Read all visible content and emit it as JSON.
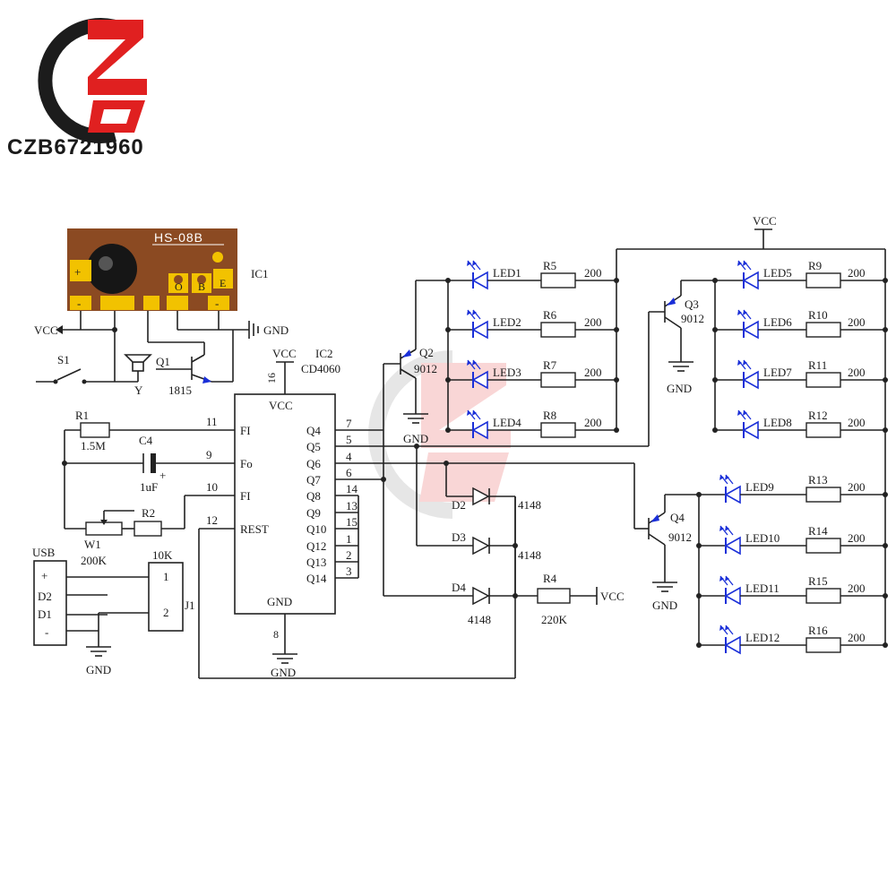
{
  "logo": {
    "brand": "CZB6721960",
    "colors": {
      "dark": "#1c1c1c",
      "red": "#e02020"
    }
  },
  "module": {
    "title": "HS-08B",
    "pins": [
      "+",
      "",
      "O",
      "B",
      "E"
    ],
    "bottom_pads": [
      "-",
      "",
      "",
      "",
      "-"
    ],
    "colors": {
      "board": "#8b4a22",
      "pad": "#f2c200"
    }
  },
  "labels": {
    "ic1": "IC1",
    "vcc_ic1": "VCC",
    "gnd_ic1": "GND",
    "s1": "S1",
    "y": "Y",
    "q1": "Q1",
    "q1_part": "1815",
    "vcc_ic2": "VCC",
    "pin16": "16",
    "ic2": "IC2",
    "ic2_part": "CD4060",
    "ic2_vcc": "VCC",
    "ic2_gnd": "GND",
    "pin8": "8",
    "gnd_ic2": "GND",
    "r1": "R1",
    "r1_val": "1.5M",
    "c4": "C4",
    "c4_val": "1uF",
    "c4_plus": "+",
    "w1": "W1",
    "w1_val": "200K",
    "r2": "R2",
    "usb": "USB",
    "usb_plus": "+",
    "usb_d2": "D2",
    "usb_d1": "D1",
    "usb_minus": "-",
    "gnd_usb": "GND",
    "k10": "10K",
    "j1": "J1",
    "j1_p1": "1",
    "j1_p2": "2",
    "q2": "Q2",
    "q2_part": "9012",
    "gnd_q2": "GND",
    "q3": "Q3",
    "q3_part": "9012",
    "gnd_q3": "GND",
    "q4": "Q4",
    "q4_part": "9012",
    "gnd_q4": "GND",
    "vcc_top": "VCC",
    "d2": "D2",
    "d3": "D3",
    "d4": "D4",
    "d_part": "4148",
    "r4": "R4",
    "r4_val": "220K",
    "vcc_r4": "VCC"
  },
  "ic2_left_pins": [
    {
      "num": "11",
      "name": "FI"
    },
    {
      "num": "9",
      "name": "Fo"
    },
    {
      "num": "10",
      "name": "FI"
    },
    {
      "num": "12",
      "name": "REST"
    }
  ],
  "ic2_right_pins": [
    {
      "num": "7",
      "name": "Q4"
    },
    {
      "num": "5",
      "name": "Q5"
    },
    {
      "num": "4",
      "name": "Q6"
    },
    {
      "num": "6",
      "name": "Q7"
    },
    {
      "num": "14",
      "name": "Q8"
    },
    {
      "num": "13",
      "name": "Q9"
    },
    {
      "num": "15",
      "name": "Q10"
    },
    {
      "num": "1",
      "name": "Q12"
    },
    {
      "num": "2",
      "name": "Q13"
    },
    {
      "num": "3",
      "name": "Q14"
    }
  ],
  "led_bank_q2": [
    {
      "led": "LED1",
      "res": "R5",
      "val": "200"
    },
    {
      "led": "LED2",
      "res": "R6",
      "val": "200"
    },
    {
      "led": "LED3",
      "res": "R7",
      "val": "200"
    },
    {
      "led": "LED4",
      "res": "R8",
      "val": "200"
    }
  ],
  "led_bank_q3": [
    {
      "led": "LED5",
      "res": "R9",
      "val": "200"
    },
    {
      "led": "LED6",
      "res": "R10",
      "val": "200"
    },
    {
      "led": "LED7",
      "res": "R11",
      "val": "200"
    },
    {
      "led": "LED8",
      "res": "R12",
      "val": "200"
    }
  ],
  "led_bank_q4": [
    {
      "led": "LED9",
      "res": "R13",
      "val": "200"
    },
    {
      "led": "LED10",
      "res": "R14",
      "val": "200"
    },
    {
      "led": "LED11",
      "res": "R15",
      "val": "200"
    },
    {
      "led": "LED12",
      "res": "R16",
      "val": "200"
    }
  ]
}
